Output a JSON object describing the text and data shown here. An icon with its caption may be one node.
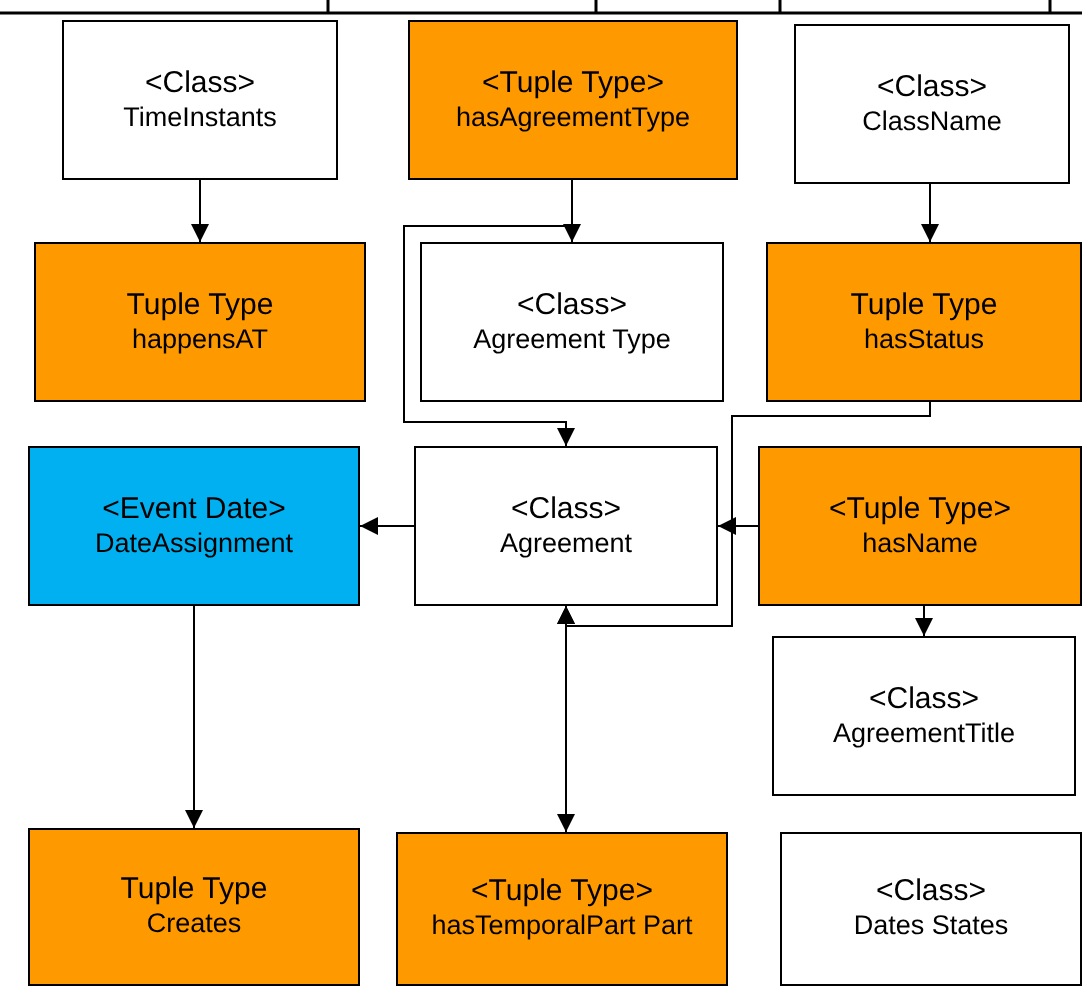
{
  "diagram": {
    "nodes": [
      {
        "text": [
          "<Class>",
          "TimeInstants"
        ]
      },
      {
        "text": [
          "<Tuple Type>",
          "hasAgreementType"
        ]
      },
      {
        "text": [
          "<Class>",
          "ClassName"
        ]
      },
      {
        "text": [
          "Tuple Type",
          "happensAT"
        ]
      },
      {
        "text": [
          "<Class>",
          "Agreement Type"
        ]
      },
      {
        "text": [
          "Tuple Type",
          "hasStatus"
        ]
      },
      {
        "text": [
          "<Event Date>",
          "DateAssignment"
        ]
      },
      {
        "text": [
          "<Class>",
          "Agreement"
        ]
      },
      {
        "text": [
          "<Tuple Type>",
          "hasName"
        ]
      },
      {
        "text": [
          "<Class>",
          "AgreementTitle"
        ]
      },
      {
        "text": [
          "Tuple Type",
          "Creates"
        ]
      },
      {
        "text": [
          "<Tuple Type>",
          "hasTemporalPart Part"
        ]
      },
      {
        "text": [
          "<Class>",
          "Dates States"
        ]
      }
    ],
    "edges": [
      {
        "from": 0,
        "to": 3,
        "arrow": "to"
      },
      {
        "from": 1,
        "to": 4,
        "arrow": "to"
      },
      {
        "from": 2,
        "to": 5,
        "arrow": "to"
      },
      {
        "from": 1,
        "to": 7,
        "arrow": "to"
      },
      {
        "from": 5,
        "to": 7,
        "arrow": "to"
      },
      {
        "from": 8,
        "to": 7,
        "arrow": "to"
      },
      {
        "from": 7,
        "to": 6,
        "arrow": "to"
      },
      {
        "from": 8,
        "to": 9,
        "arrow": "to"
      },
      {
        "from": 6,
        "to": 10,
        "arrow": "to"
      },
      {
        "from": 11,
        "to": 7,
        "arrow": "both"
      }
    ]
  }
}
